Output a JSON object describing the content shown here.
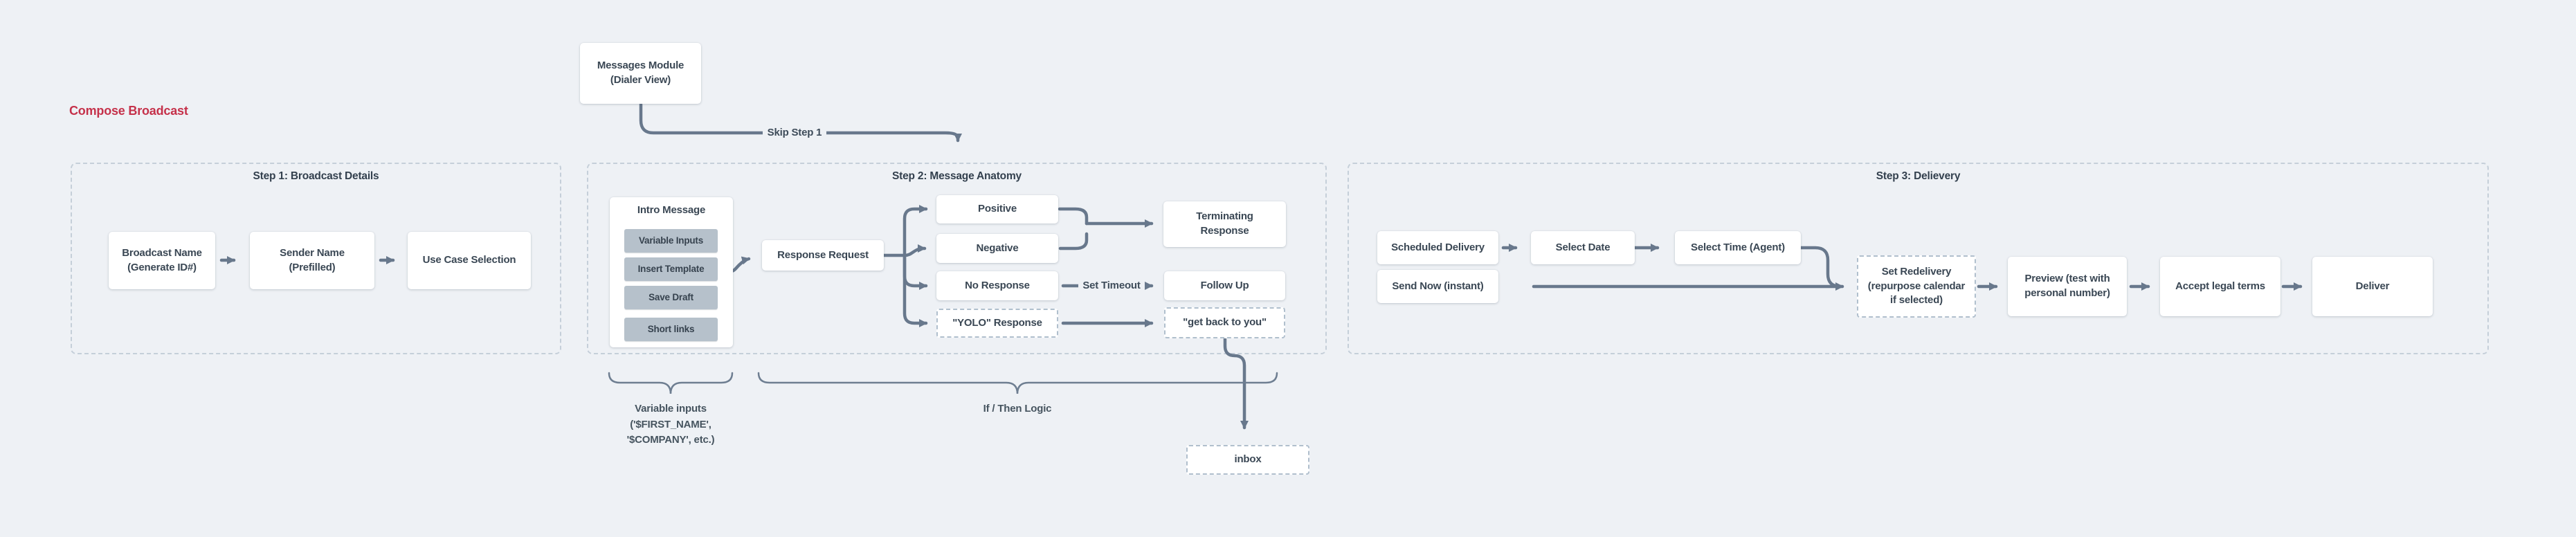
{
  "page": {
    "title": "Compose Broadcast"
  },
  "palette": {
    "background": "#eef1f5",
    "node_text": "#3a4754",
    "accent_red": "#c5314a",
    "wire": "#68788c",
    "chip_fill": "#b6c1cb",
    "container_border": "#c5cfd9",
    "dashed_node_border": "#b0bfcd"
  },
  "entry": {
    "module": "Messages Module\n(Dialer View)",
    "skip_label": "Skip Step 1"
  },
  "step1": {
    "title": "Step 1: Broadcast Details",
    "broadcast_name": "Broadcast Name\n(Generate ID#)",
    "sender_name": "Sender Name\n(Prefilled)",
    "use_case": "Use Case Selection"
  },
  "step2": {
    "title": "Step 2: Message Anatomy",
    "intro": {
      "title": "Intro Message",
      "buttons": [
        "Variable Inputs",
        "Insert Template",
        "Save Draft",
        "Short links"
      ]
    },
    "response_request": "Response Request",
    "positive": "Positive",
    "negative": "Negative",
    "no_response": "No Response",
    "yolo": "\"YOLO\" Response",
    "terminating": "Terminating\nResponse",
    "set_timeout": "Set Timeout",
    "follow_up": "Follow Up",
    "get_back": "\"get back to you\"",
    "inbox": "inbox"
  },
  "step3": {
    "title": "Step 3: Delievery",
    "scheduled": "Scheduled Delivery",
    "select_date": "Select Date",
    "select_time": "Select Time (Agent)",
    "send_now": "Send Now (instant)",
    "redelivery": "Set Redelivery\n(repurpose calendar\nif selected)",
    "preview": "Preview (test with\npersonal number)",
    "legal": "Accept legal terms",
    "deliver": "Deliver"
  },
  "annotations": {
    "variable_inputs": "Variable inputs\n('$FIRST_NAME',\n'$COMPANY', etc.)",
    "if_then": "If / Then Logic"
  }
}
